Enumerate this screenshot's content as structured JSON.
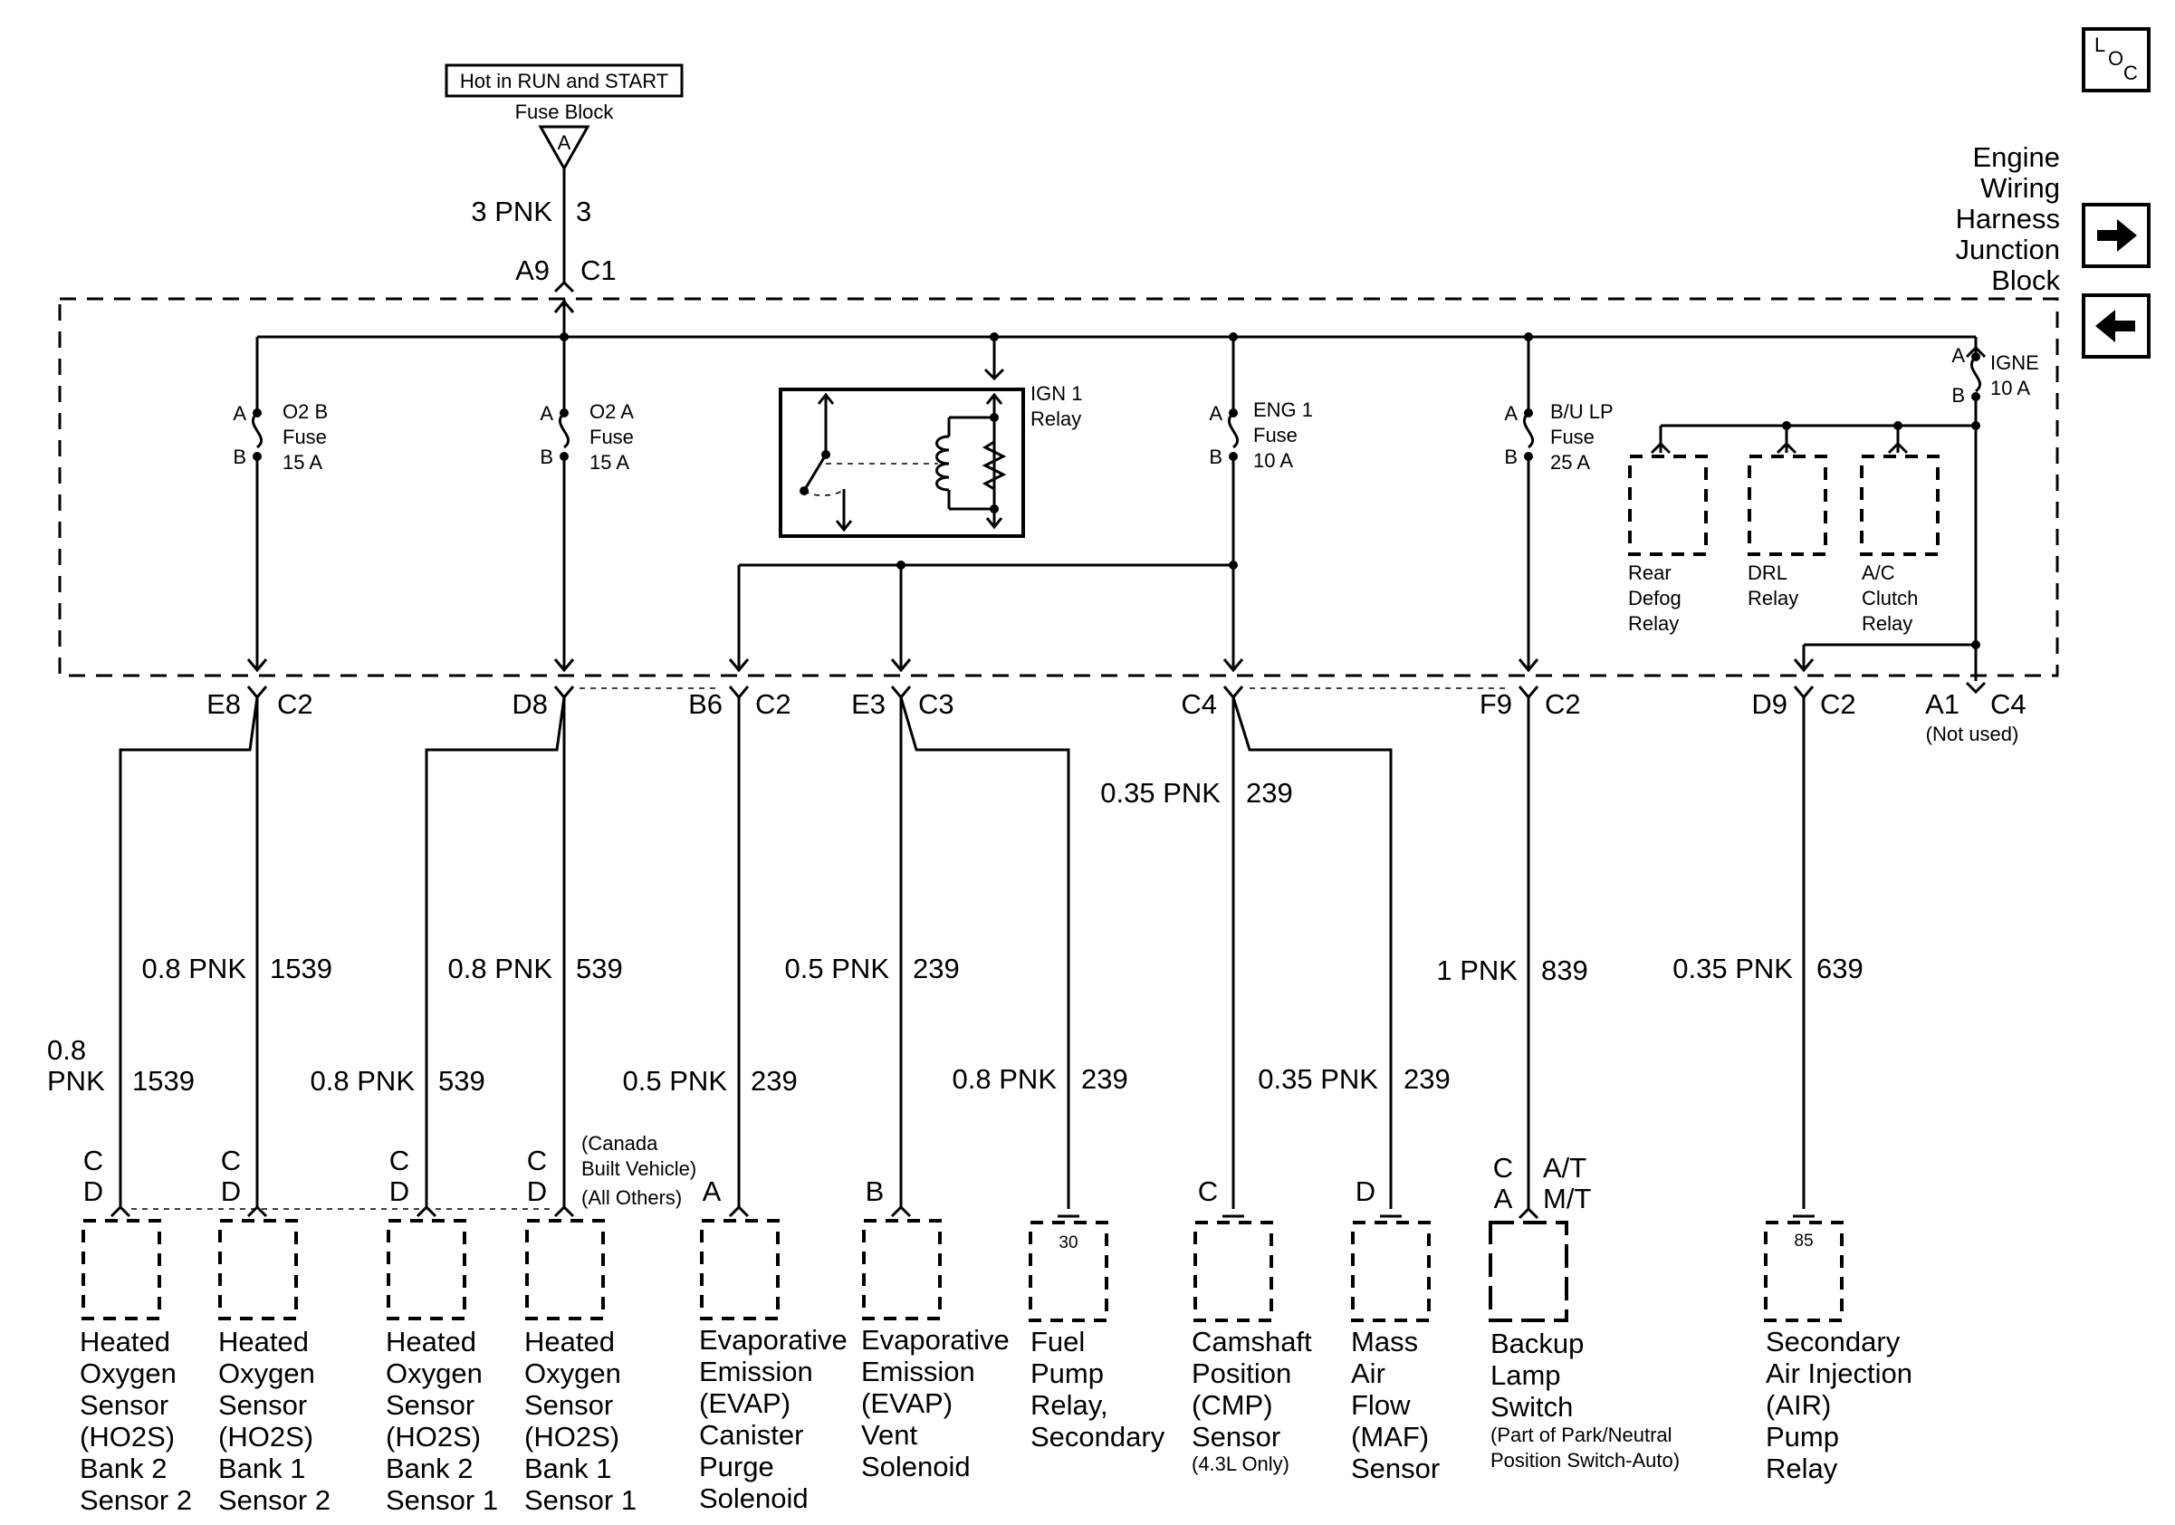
{
  "header": {
    "feed_label": "Hot in RUN and START",
    "feed_source": "Fuse Block",
    "feed_terminal": "A",
    "feed_wire_gauge": "3 PNK",
    "feed_wire_circuit": "3",
    "junction_left": "A9",
    "junction_right": "C1"
  },
  "loc": {
    "l": "L",
    "o": "O",
    "c": "C"
  },
  "junction_block": {
    "title_lines": [
      "Engine",
      "Wiring",
      "Harness",
      "Junction",
      "Block"
    ],
    "nav_forward_icon": "arrow-right-icon",
    "nav_back_icon": "arrow-left-icon"
  },
  "fuses": [
    {
      "pin_a": "A",
      "pin_b": "B",
      "name": "O2 B",
      "kind": "Fuse",
      "rating": "15 A"
    },
    {
      "pin_a": "A",
      "pin_b": "B",
      "name": "O2 A",
      "kind": "Fuse",
      "rating": "15 A"
    },
    {
      "pin_a": "A",
      "pin_b": "B",
      "name": "ENG 1",
      "kind": "Fuse",
      "rating": "10 A"
    },
    {
      "pin_a": "A",
      "pin_b": "B",
      "name": "B/U LP",
      "kind": "Fuse",
      "rating": "25 A"
    },
    {
      "pin_a": "A",
      "pin_b": "B",
      "name": "IGNE",
      "kind": "",
      "rating": "10 A"
    }
  ],
  "relay": {
    "name": "IGN 1",
    "kind": "Relay"
  },
  "internal_relays": [
    {
      "line1": "Rear",
      "line2": "Defog",
      "line3": "Relay"
    },
    {
      "line1": "DRL",
      "line2": "Relay",
      "line3": ""
    },
    {
      "line1": "A/C",
      "line2": "Clutch",
      "line3": "Relay"
    }
  ],
  "connectors": [
    {
      "pin": "E8",
      "conn": "C2"
    },
    {
      "pin": "D8",
      "conn": ""
    },
    {
      "pin": "B6",
      "conn": "C2"
    },
    {
      "pin": "E3",
      "conn": "C3"
    },
    {
      "pin": "C4",
      "conn": ""
    },
    {
      "pin": "F9",
      "conn": "C2"
    },
    {
      "pin": "D9",
      "conn": "C2"
    },
    {
      "pin": "A1",
      "conn": "C4",
      "note": "(Not used)"
    }
  ],
  "wires": {
    "upper": [
      {
        "gauge": "0.8 PNK",
        "circuit": "1539"
      },
      {
        "gauge": "0.8 PNK",
        "circuit": "539"
      },
      {
        "gauge": "0.35 PNK",
        "circuit": "239"
      },
      {
        "gauge": "0.5 PNK",
        "circuit": "239"
      },
      {
        "gauge": "1 PNK",
        "circuit": "839"
      },
      {
        "gauge": "0.35 PNK",
        "circuit": "639"
      }
    ],
    "lower": [
      {
        "gauge_line1": "0.8",
        "gauge_line2": "PNK",
        "circuit": "1539"
      },
      {
        "gauge": "0.8 PNK",
        "circuit": "539"
      },
      {
        "gauge": "0.5 PNK",
        "circuit": "239"
      },
      {
        "gauge": "0.8 PNK",
        "circuit": "239"
      },
      {
        "gauge": "0.35 PNK",
        "circuit": "239"
      }
    ]
  },
  "pin_labels": {
    "h1_top": "C",
    "h1_bot": "D",
    "h2_top": "C",
    "h2_bot": "D",
    "h3_top": "C",
    "h3_bot": "D",
    "h4_top": "C",
    "h4_bot": "D",
    "canada": [
      "(Canada",
      "Built Vehicle)",
      "(All Others)"
    ],
    "evap_purge": "A",
    "evap_vent": "B",
    "fuel_pump": "30",
    "cmp": "C",
    "maf": "D",
    "backup_top_pin": "C",
    "backup_top_note": "A/T",
    "backup_bot_pin": "A",
    "backup_bot_note": "M/T",
    "air_pump": "85"
  },
  "components": [
    {
      "lines": [
        "Heated",
        "Oxygen",
        "Sensor",
        "(HO2S)",
        "Bank 2",
        "Sensor 2"
      ]
    },
    {
      "lines": [
        "Heated",
        "Oxygen",
        "Sensor",
        "(HO2S)",
        "Bank 1",
        "Sensor 2"
      ]
    },
    {
      "lines": [
        "Heated",
        "Oxygen",
        "Sensor",
        "(HO2S)",
        "Bank 2",
        "Sensor 1"
      ]
    },
    {
      "lines": [
        "Heated",
        "Oxygen",
        "Sensor",
        "(HO2S)",
        "Bank 1",
        "Sensor 1"
      ]
    },
    {
      "lines": [
        "Evaporative",
        "Emission",
        "(EVAP)",
        "Canister",
        "Purge",
        "Solenoid"
      ]
    },
    {
      "lines": [
        "Evaporative",
        "Emission",
        "(EVAP)",
        "Vent",
        "Solenoid"
      ]
    },
    {
      "lines": [
        "Fuel",
        "Pump",
        "Relay,",
        "Secondary"
      ]
    },
    {
      "lines": [
        "Camshaft",
        "Position",
        "(CMP)",
        "Sensor"
      ],
      "note": "(4.3L Only)"
    },
    {
      "lines": [
        "Mass",
        "Air",
        "Flow",
        "(MAF)",
        "Sensor"
      ]
    },
    {
      "lines": [
        "Backup",
        "Lamp",
        "Switch"
      ],
      "notes": [
        "(Part of Park/Neutral",
        "Position Switch-Auto)"
      ]
    },
    {
      "lines": [
        "Secondary",
        "Air Injection",
        "(AIR)",
        "Pump",
        "Relay"
      ]
    }
  ]
}
